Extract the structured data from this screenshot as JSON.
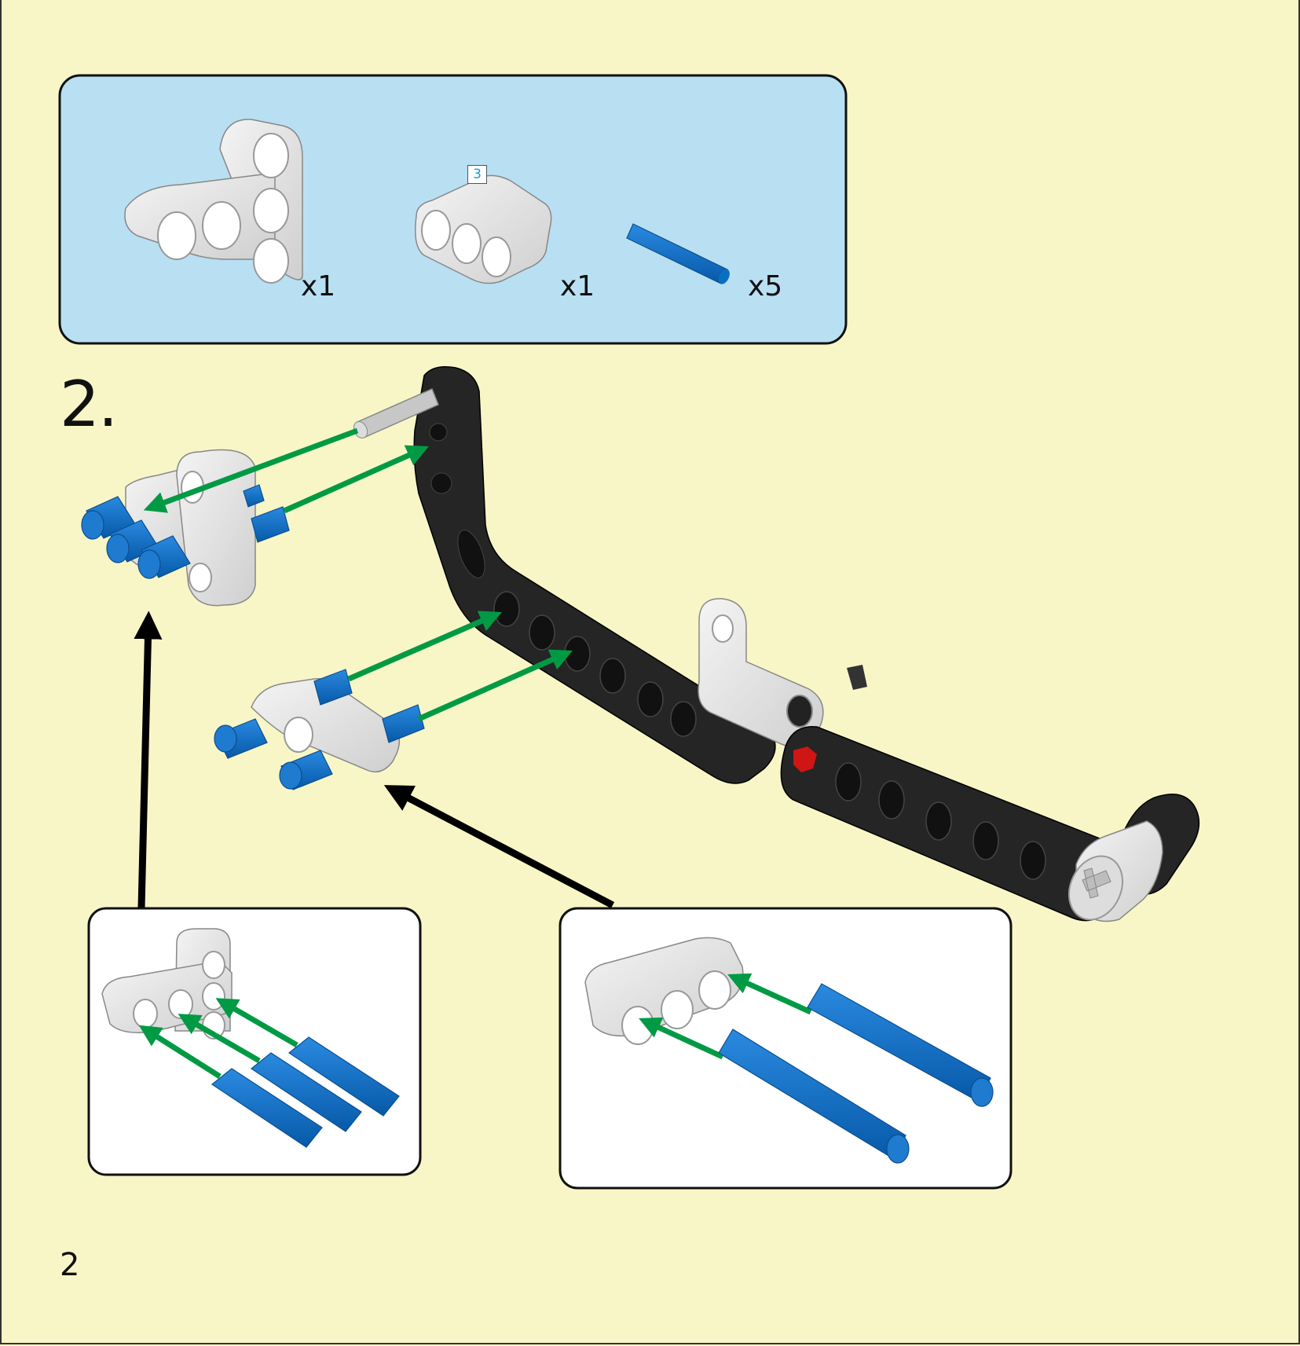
{
  "page": {
    "step_number": "2.",
    "page_number": "2",
    "background_color": "#f8f6c6"
  },
  "parts_list": {
    "background_color": "#b9dff2",
    "items": [
      {
        "part": "technic-t-beam-3x3",
        "color": "white",
        "quantity": "x1"
      },
      {
        "part": "technic-beam-3",
        "color": "white",
        "length_badge": "3",
        "quantity": "x1"
      },
      {
        "part": "technic-pin-long",
        "color": "blue",
        "quantity": "x5"
      }
    ]
  },
  "colors": {
    "insertion_arrow": "#009a44",
    "callout_arrow": "#000000",
    "pin_blue": "#0a6fc2",
    "beam_black": "#252525",
    "beam_white": "#e8e8e8",
    "axle_gray": "#bdbdbd",
    "red_connector": "#d01515"
  },
  "callouts": [
    {
      "id": "left",
      "content": "t-beam-with-three-long-pins"
    },
    {
      "id": "right",
      "content": "beam-3-with-two-long-pins"
    }
  ]
}
